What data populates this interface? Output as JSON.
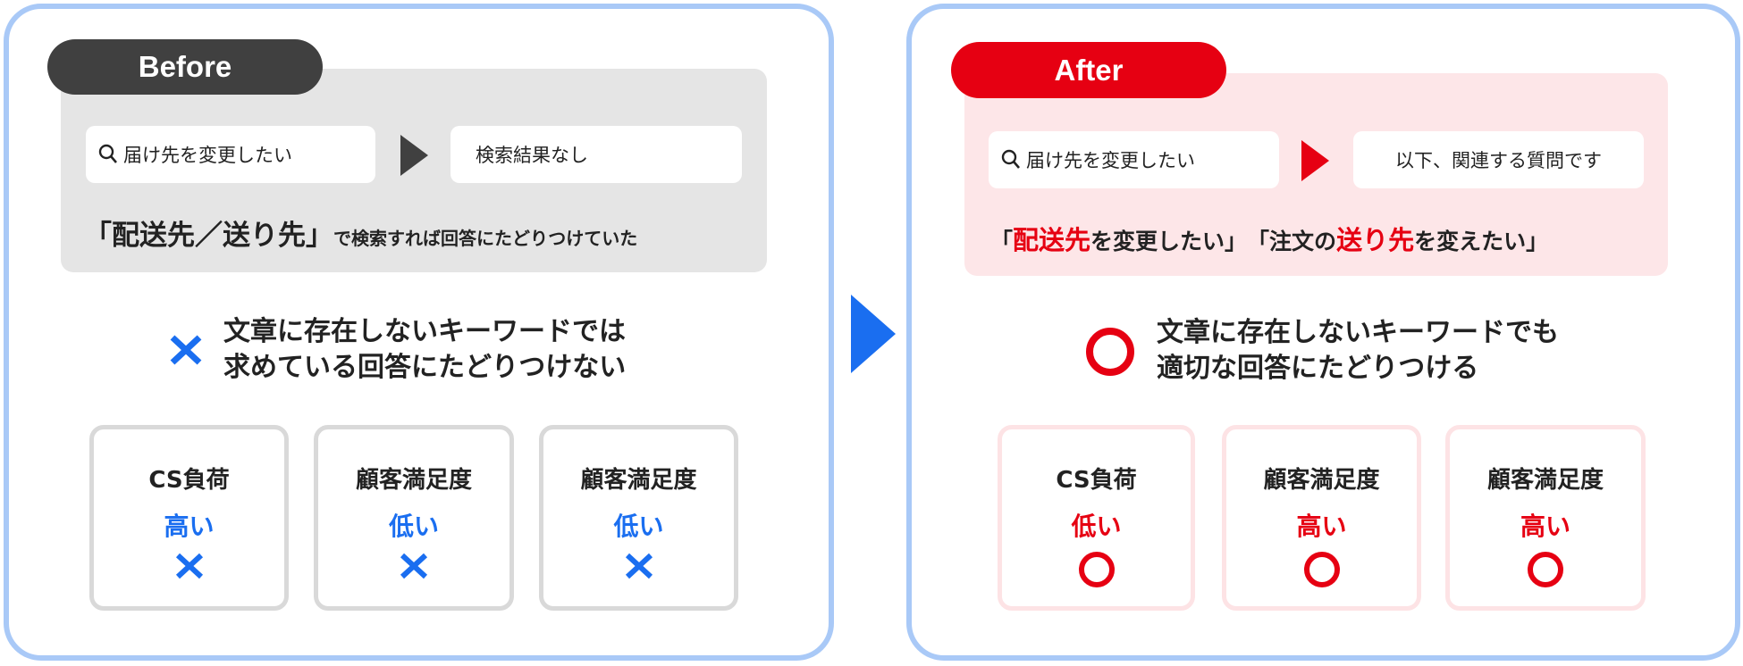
{
  "colors": {
    "panel_border": "#a9c9f7",
    "before": "#404040",
    "after": "#e60012",
    "blue": "#1a6ef0",
    "gray_box": "#e5e5e5",
    "pink_box": "#fde6e8"
  },
  "before": {
    "label": "Before",
    "query": "届け先を変更したい",
    "result": "検索結果なし",
    "caption_big": "「配送先／送り先」",
    "caption_small": "で検索すれば回答にたどりつけていた",
    "mark_icon": "cross-icon",
    "lead_lines": [
      "文章に存在しないキーワードでは",
      "求めている回答にたどりつけない"
    ],
    "cards": [
      {
        "title": "CS負荷",
        "value": "高い",
        "mark": "cross-icon"
      },
      {
        "title": "顧客満足度",
        "value": "低い",
        "mark": "cross-icon"
      },
      {
        "title": "顧客満足度",
        "value": "低い",
        "mark": "cross-icon"
      }
    ]
  },
  "after": {
    "label": "After",
    "query": "届け先を変更したい",
    "result": "以下、関連する質問です",
    "caption": {
      "q1_open": "「",
      "q1_red": "配送先",
      "q1_rest": "を変更したい」",
      "q2_open": "「注文の",
      "q2_red": "送り先",
      "q2_rest": "を変えたい」"
    },
    "mark_icon": "circle-icon",
    "lead_lines": [
      "文章に存在しないキーワードでも",
      "適切な回答にたどりつける"
    ],
    "cards": [
      {
        "title": "CS負荷",
        "value": "低い",
        "mark": "circle-icon"
      },
      {
        "title": "顧客満足度",
        "value": "高い",
        "mark": "circle-icon"
      },
      {
        "title": "顧客満足度",
        "value": "高い",
        "mark": "circle-icon"
      }
    ]
  }
}
